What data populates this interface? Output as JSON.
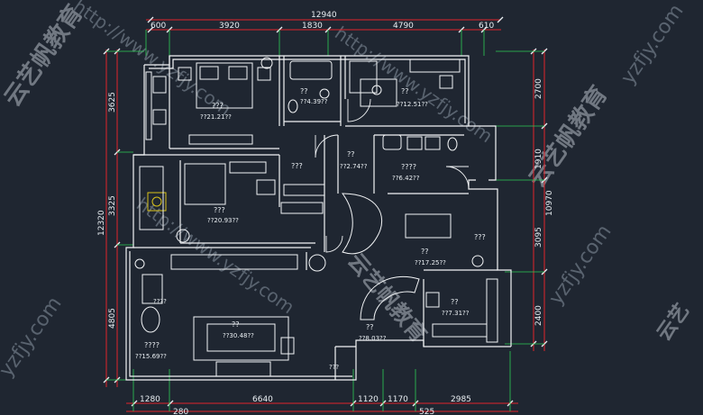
{
  "colors": {
    "background": "#1f2631",
    "dimension_line": "#e0242a",
    "extension_line": "#2ecc55",
    "wall": "#f2f4f6",
    "text": "#e9eef2",
    "furniture_accent": "#d9c21a"
  },
  "dimensions": {
    "top_total": "12940",
    "top": [
      "600",
      "3920",
      "1830",
      "4790",
      "610"
    ],
    "bottom": [
      "1280",
      "6640",
      "1120",
      "1170",
      "2985"
    ],
    "bottom_sub": [
      "280",
      "525"
    ],
    "left_total": "12320",
    "left": [
      "3625",
      "3325",
      "4805"
    ],
    "right_total": "10970",
    "right": [
      "2700",
      "1910",
      "3095",
      "2400"
    ]
  },
  "rooms": [
    {
      "name": "???",
      "area": "??21.21??"
    },
    {
      "name": "??",
      "area": "??4.39??"
    },
    {
      "name": "??",
      "area": "??12.51??"
    },
    {
      "name": "???",
      "area": ""
    },
    {
      "name": "??",
      "area": "??2.74??"
    },
    {
      "name": "????",
      "area": "??6.42??"
    },
    {
      "name": "???",
      "area": "??20.93??"
    },
    {
      "name": "??",
      "area": "??17.25??"
    },
    {
      "name": "???",
      "area": ""
    },
    {
      "name": "??",
      "area": "??7.31??"
    },
    {
      "name": "??",
      "area": "??30.48??"
    },
    {
      "name": "??",
      "area": "??8.03??"
    },
    {
      "name": "????",
      "area": "??15.69??"
    },
    {
      "name": "????",
      "area": ""
    },
    {
      "name": "???",
      "area": ""
    }
  ],
  "watermarks": {
    "brand_cn": "云艺帆教育",
    "domain": "yzfjy.com",
    "url": "http://www.yzfjy.com",
    "side_cn": "云艺"
  }
}
